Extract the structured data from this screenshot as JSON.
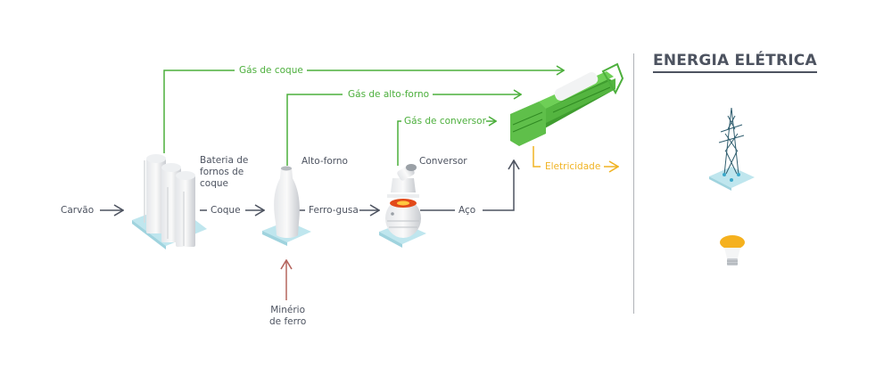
{
  "diagram": {
    "title": "ENERGIA ELÉTRICA",
    "inputs": {
      "carvao": "Carvão",
      "minerio_line1": "Minério",
      "minerio_line2": "de ferro"
    },
    "stages": {
      "coke_battery_line1": "Bateria de",
      "coke_battery_line2": "fornos de",
      "coke_battery_line3": "coque",
      "blast_furnace": "Alto-forno",
      "converter": "Conversor"
    },
    "flows": {
      "coque": "Coque",
      "ferro_gusa": "Ferro-gusa",
      "aco": "Aço",
      "gas_coque": "Gás de coque",
      "gas_alto_forno": "Gás de alto-forno",
      "gas_conversor": "Gás de conversor",
      "eletricidade": "Eletricidade"
    },
    "colors": {
      "gas_flow": "#4caf3c",
      "material_flow": "#4d5360",
      "ore_flow": "#b5655e",
      "electricity_flow": "#f0b323",
      "platform": "#bfe6ee"
    }
  }
}
